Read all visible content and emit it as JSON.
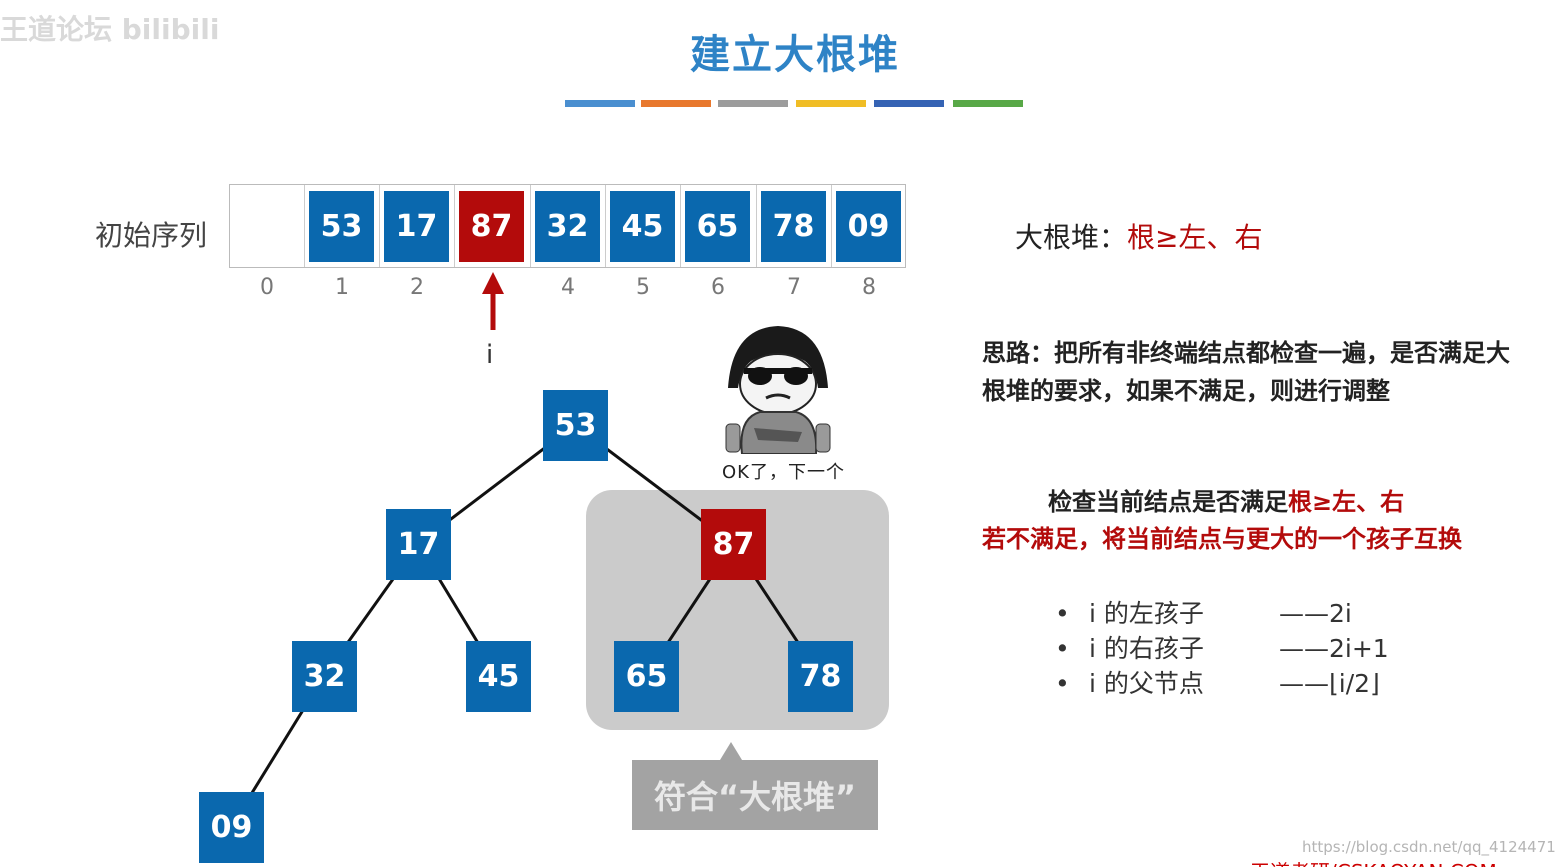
{
  "title": "建立大根堆",
  "colors": {
    "title": "#2e83c6",
    "node": "#0a68ae",
    "highlight": "#b30b0b",
    "red_text": "#b30b0b",
    "edge": "#111111"
  },
  "stripe_colors": [
    "#4a8fd0",
    "#e8782e",
    "#9c9c9c",
    "#f0bd25",
    "#3563b4",
    "#58a847"
  ],
  "sequence": {
    "label": "初始序列",
    "values": [
      "",
      "53",
      "17",
      "87",
      "32",
      "45",
      "65",
      "78",
      "09"
    ],
    "indices": [
      "0",
      "1",
      "2",
      "",
      "4",
      "5",
      "6",
      "7",
      "8"
    ],
    "pointer_label": "i",
    "pointer_index": 3
  },
  "tree": {
    "nodes": [
      "53",
      "17",
      "87",
      "32",
      "45",
      "65",
      "78",
      "09"
    ],
    "highlight_index": 2
  },
  "callout": "符合“大根堆”",
  "meme_caption": "OK了，下一个",
  "rule": {
    "prefix": "大根堆：",
    "value": "根≥左、右"
  },
  "idea": "思路：把所有非终端结点都检查一遍，是否满足大根堆的要求，如果不满足，则进行调整",
  "check": {
    "line1_prefix": "检查当前结点是否满足",
    "line1_value": "根≥左、右",
    "line2": "若不满足，将当前结点与更大的一个孩子互换"
  },
  "bullets": [
    {
      "label": "i 的左孩子",
      "value": "——2i"
    },
    {
      "label": "i 的右孩子",
      "value": "——2i+1"
    },
    {
      "label": "i 的父节点",
      "value": "——⌊i/2⌋"
    }
  ],
  "watermark": "王道论坛 bilibili",
  "csdn": "https://blog.csdn.net/qq_41244719",
  "bottom_text": "王道考研/CSKAOYAN.COM"
}
